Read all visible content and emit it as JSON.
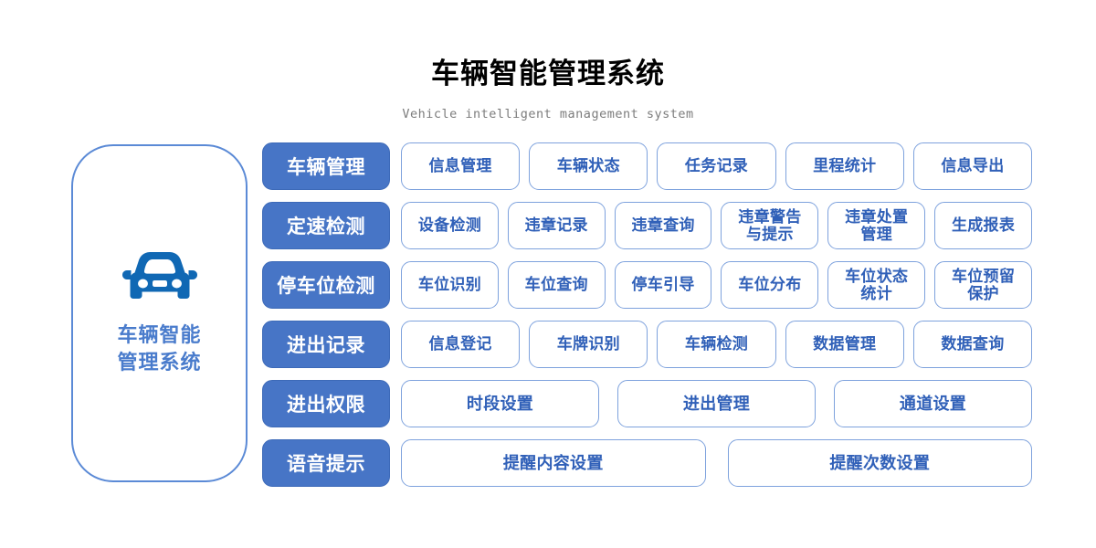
{
  "header": {
    "title": "车辆智能管理系统",
    "subtitle": "Vehicle intelligent management system"
  },
  "brand": {
    "icon": "car-front-icon",
    "line1": "车辆智能",
    "line2": "管理系统",
    "border_color": "#5b8ad6",
    "icon_color": "#1068b4",
    "text_color": "#4a7ccc"
  },
  "colors": {
    "label_bg": "#4775c6",
    "label_border": "#3d6ab8",
    "label_text": "#ffffff",
    "item_border": "#7ea2dd",
    "item_text": "#3060b8",
    "item_bg": "#ffffff",
    "title_text": "#000000",
    "subtitle_text": "#7c7c7c"
  },
  "rows": [
    {
      "label": "车辆管理",
      "items": [
        "信息管理",
        "车辆状态",
        "任务记录",
        "里程统计",
        "信息导出"
      ]
    },
    {
      "label": "定速检测",
      "items": [
        "设备检测",
        "违章记录",
        "违章查询",
        "违章警告\n与提示",
        "违章处置\n管理",
        "生成报表"
      ]
    },
    {
      "label": "停车位检测",
      "items": [
        "车位识别",
        "车位查询",
        "停车引导",
        "车位分布",
        "车位状态\n统计",
        "车位预留\n保护"
      ]
    },
    {
      "label": "进出记录",
      "items": [
        "信息登记",
        "车牌识别",
        "车辆检测",
        "数据管理",
        "数据查询"
      ]
    },
    {
      "label": "进出权限",
      "items": [
        "时段设置",
        "进出管理",
        "通道设置"
      ]
    },
    {
      "label": "语音提示",
      "items": [
        "提醒内容设置",
        "提醒次数设置"
      ]
    }
  ]
}
